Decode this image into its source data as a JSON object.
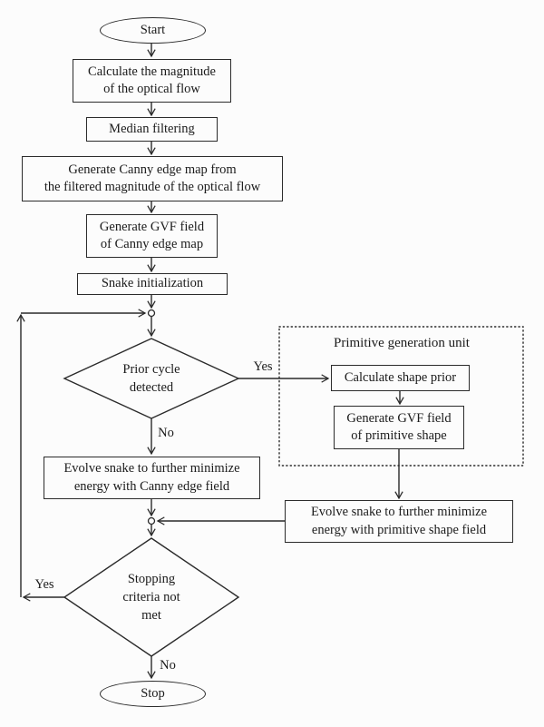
{
  "diagram": {
    "title_implicit": "Snake evolution flowchart",
    "background_color": "#fcfcfc",
    "stroke_color": "#2a2a2a",
    "text_color": "#1b1b1b",
    "nodes": {
      "start": {
        "type": "terminator",
        "label": "Start"
      },
      "calc_magnitude": {
        "type": "process",
        "label": "Calculate the magnitude\nof the optical flow"
      },
      "median_filtering": {
        "type": "process",
        "label": "Median filtering"
      },
      "canny_edge_map": {
        "type": "process",
        "label": "Generate Canny edge map from\nthe filtered magnitude of the optical flow"
      },
      "gvf_canny": {
        "type": "process",
        "label": "Generate GVF field\nof Canny edge map"
      },
      "snake_init": {
        "type": "process",
        "label": "Snake initialization"
      },
      "prior_cycle": {
        "type": "decision",
        "label": "Prior cycle\ndetected"
      },
      "primitive_unit": {
        "type": "group",
        "label": "Primitive generation unit"
      },
      "calc_shape_prior": {
        "type": "process",
        "label": "Calculate shape prior"
      },
      "gvf_primitive": {
        "type": "process",
        "label": "Generate GVF field\nof primitive shape"
      },
      "evolve_canny": {
        "type": "process",
        "label": "Evolve snake to further minimize\nenergy with Canny edge field"
      },
      "evolve_primitive": {
        "type": "process",
        "label": "Evolve snake to further minimize\nenergy with primitive shape field"
      },
      "stopping_criteria": {
        "type": "decision",
        "label": "Stopping\ncriteria not\nmet"
      },
      "stop": {
        "type": "terminator",
        "label": "Stop"
      }
    },
    "edge_labels": {
      "prior_yes": "Yes",
      "prior_no": "No",
      "stopping_yes": "Yes",
      "stopping_no": "No"
    }
  }
}
